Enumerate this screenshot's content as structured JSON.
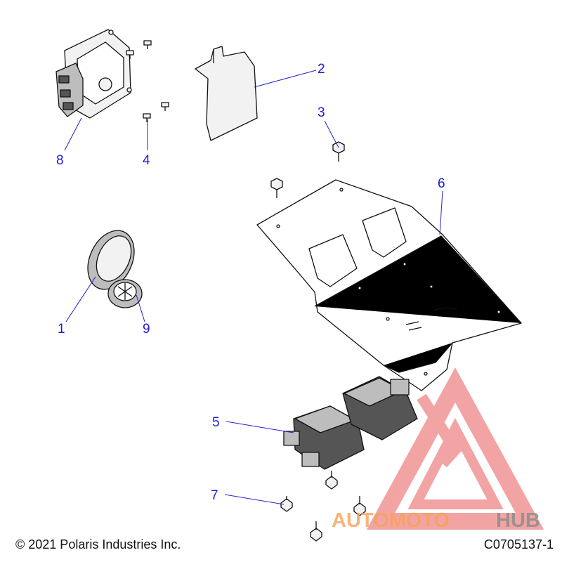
{
  "callouts": {
    "c1": "1",
    "c2": "2",
    "c3": "3",
    "c4": "4",
    "c5": "5",
    "c6": "6",
    "c7": "7",
    "c8": "8",
    "c9": "9"
  },
  "footer": {
    "copyright": "© 2021 Polaris Industries Inc.",
    "drawing_id": "C0705137-1"
  },
  "watermark": {
    "part1": "AUTOMOTO",
    "part2": "HUB",
    "colors": {
      "orange": "#f5a25a",
      "gray": "#8a8a8a",
      "red": "#e85a5a"
    }
  },
  "colors": {
    "callout": "#1a1adb"
  }
}
